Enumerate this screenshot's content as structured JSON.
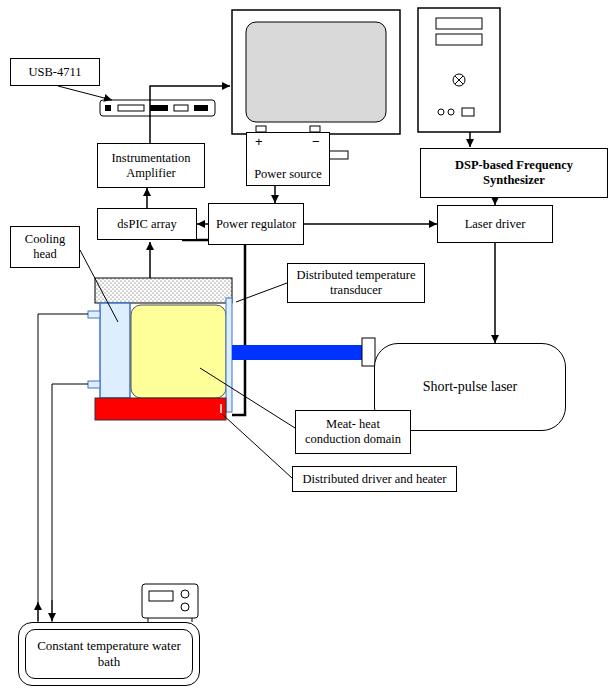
{
  "diagram": {
    "nodes": [
      {
        "text": [
          "USB-4711"
        ]
      },
      {
        "text": [
          "Instrumentation Amplifier"
        ]
      },
      {
        "text": [
          "Power source"
        ]
      },
      {
        "text": [
          "DSP-based Frequency Synthesizer"
        ]
      },
      {
        "text": [
          "dsPIC array"
        ]
      },
      {
        "text": [
          "Power regulator"
        ]
      },
      {
        "text": [
          "Laser driver"
        ]
      },
      {
        "text": [
          "Cooling head"
        ]
      },
      {
        "text": [
          "Distributed temperature transducer"
        ]
      },
      {
        "text": [
          "Short-pulse laser"
        ]
      },
      {
        "text": [
          "Meat- heat conduction domain"
        ]
      },
      {
        "text": [
          "Distributed driver and heater"
        ]
      },
      {
        "text": [
          "Constant temperature water bath"
        ]
      }
    ],
    "edges": [
      {
        "from": 4,
        "to": 1,
        "arrow": "to"
      },
      {
        "from": 2,
        "to": 5,
        "arrow": "to"
      },
      {
        "from": 5,
        "to": 4,
        "arrow": "to"
      },
      {
        "from": 5,
        "to": 6,
        "arrow": "to"
      },
      {
        "from": 3,
        "to": 6,
        "arrow": "to"
      },
      {
        "from": 6,
        "to": 9,
        "arrow": "to"
      }
    ],
    "labels": [
      "+",
      "−"
    ]
  }
}
